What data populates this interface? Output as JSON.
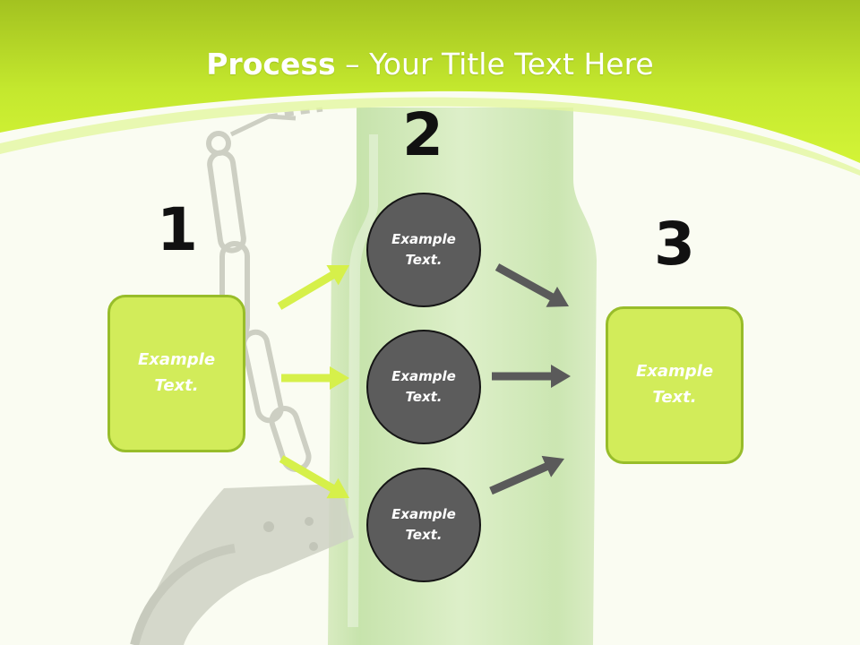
{
  "title": {
    "bold": "Process",
    "rest": " – Your Title Text Here"
  },
  "steps": [
    {
      "number": "1",
      "text": "Example Text."
    },
    {
      "number": "2",
      "items": [
        {
          "text": "Example Text."
        },
        {
          "text": "Example Text."
        },
        {
          "text": "Example Text."
        }
      ]
    },
    {
      "number": "3",
      "text": "Example Text."
    }
  ],
  "colors": {
    "accent": "#c8ef2a",
    "box_fill": "#d2ec5a",
    "box_border": "#98bd2a",
    "circle_fill": "#5c5c5c",
    "arrow_light": "#d6f04a",
    "arrow_dark": "#5a5a5a"
  }
}
